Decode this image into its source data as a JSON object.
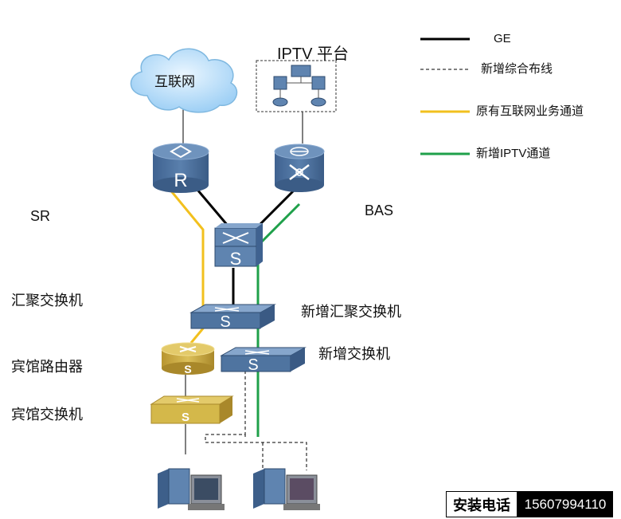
{
  "nodes": {
    "cloud": "互联网",
    "iptv_platform": "IPTV 平台",
    "sr": "SR",
    "bas": "BAS",
    "agg_switch": "汇聚交换机",
    "new_agg_switch": "新增汇聚交换机",
    "hotel_router": "宾馆路由器",
    "new_switch": "新增交换机",
    "hotel_switch": "宾馆交换机"
  },
  "device_glyphs": {
    "router_letter": "R",
    "switch_letter": "S"
  },
  "legend": [
    {
      "text": "GE",
      "style": "solid",
      "color": "#000000"
    },
    {
      "text": "新增综合布线",
      "style": "dashed",
      "color": "#000000"
    },
    {
      "text": "原有互联网业务通道",
      "style": "solid",
      "color": "#f2c01e"
    },
    {
      "text": "新增IPTV通道",
      "style": "solid",
      "color": "#1fa04a"
    }
  ],
  "contact": {
    "label": "安装电话",
    "phone": "15607994110"
  },
  "colors": {
    "device_blue": "#4a6f99",
    "device_gold": "#c9a93a",
    "yellow_path": "#f2c01e",
    "green_path": "#1fa04a"
  },
  "icons": [
    "cloud-icon",
    "router-icon",
    "bas-icon",
    "switch-icon",
    "pc-icon"
  ]
}
